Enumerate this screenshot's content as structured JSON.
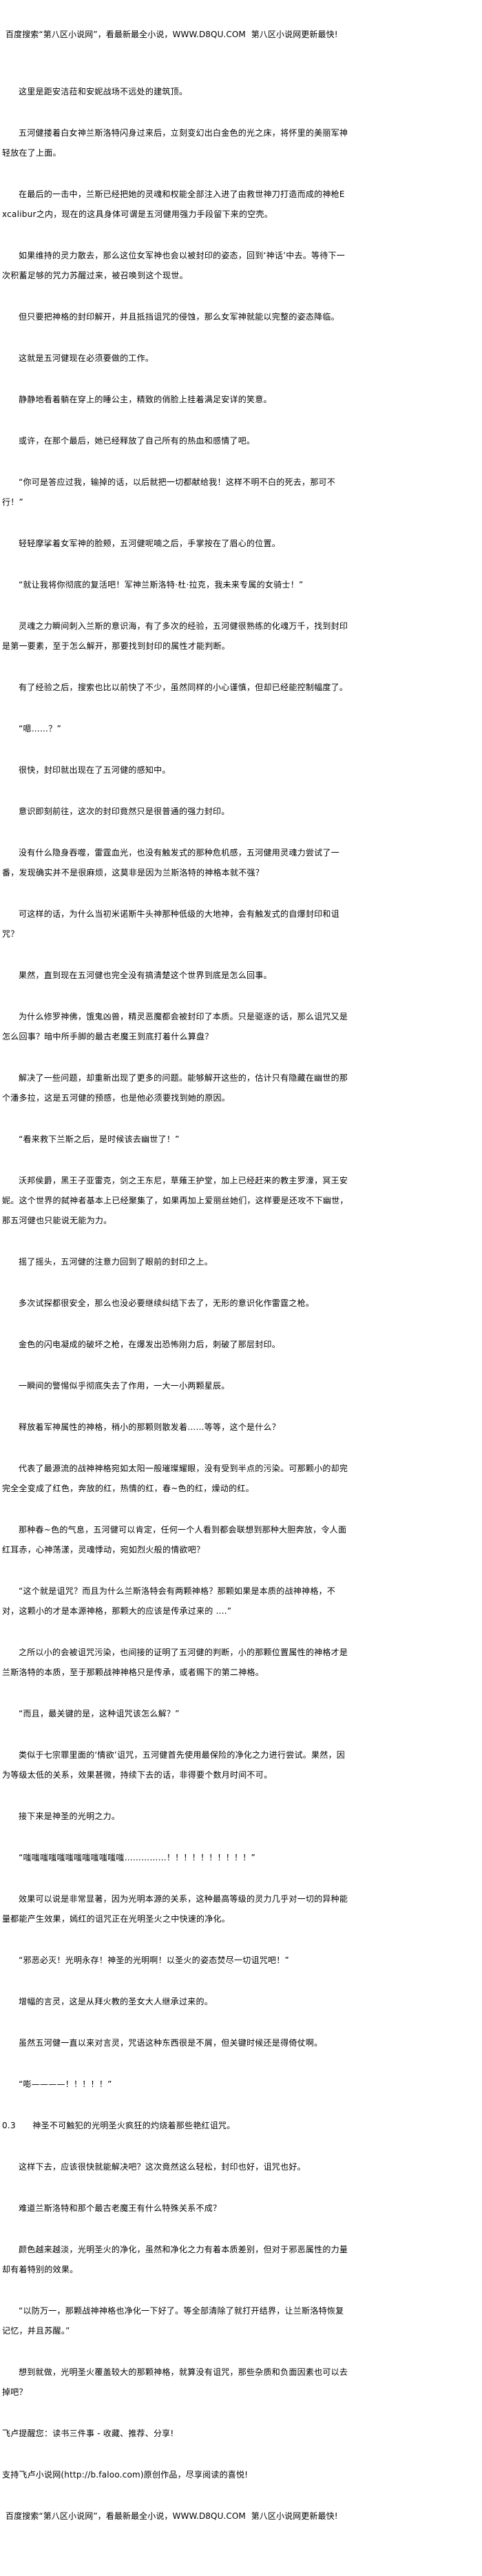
{
  "header_banner": "百度搜索“第八区小说网”，看最新最全小说，WWW.D8QU.COM  第八区小说网更新最快!",
  "paragraphs": [
    "这里是距安洁菈和安妮战场不远处的建筑顶。",
    "五河健搂着白女神兰斯洛特闪身过来后，立刻变幻出白金色的光之床，将怀里的美丽军神轻放在了上面。",
    "在最后的一击中，兰斯已经把她的灵魂和权能全部注入进了由救世神刀打造而成的神枪Excalibur之内，现在的这具身体可谓是五河健用强力手段留下来的空壳。",
    "如果维持的灵力散去，那么这位女军神也会以被封印的姿态，回到‘神话’中去。等待下一次积蓄足够的咒力苏醒过来，被召唤到这个现世。",
    "但只要把神格的封印解开，并且抵挡诅咒的侵蚀，那么女军神就能以完整的姿态降临。",
    "这就是五河健现在必须要做的工作。",
    "静静地看着躺在穿上的睡公主，精致的俏脸上挂着满足安详的笑意。",
    "或许，在那个最后，她已经释放了自己所有的热血和感情了吧。",
    "“你可是答应过我，输掉的话，以后就把一切都献给我！这样不明不白的死去，那可不行！”",
    "轻轻摩挲着女军神的脸颊，五河健呢喃之后，手掌按在了眉心的位置。",
    "“就让我将你彻底的复活吧！军神兰斯洛特·杜·拉克，我未来专属的女骑士！”",
    "灵魂之力瞬间刺入兰斯的意识海，有了多次的经验，五河健很熟练的化魂万千，找到封印是第一要素，至于怎么解开，那要找到封印的属性才能判断。",
    "有了经验之后，搜索也比以前快了不少，虽然同样的小心谨慎，但却已经能控制幅度了。",
    "“嗯……？”",
    "很快，封印就出现在了五河健的感知中。",
    "意识即刻前往，这次的封印竟然只是很普通的强力封印。",
    "没有什么隐身吞噬，雷霆血光，也没有触发式的那种危机感，五河健用灵魂力尝试了一番，发现确实并不是很麻烦，这莫非是因为兰斯洛特的神格本就不强？",
    "可这样的话，为什么当初米诺斯牛头神那种低级的大地神，会有触发式的自爆封印和诅咒？",
    "果然，直到现在五河健也完全没有搞清楚这个世界到底是怎么回事。",
    "为什么修罗神佛，饿鬼凶兽，精灵恶魔都会被封印了本质。只是驱逐的话，那么诅咒又是怎么回事？暗中所手脚的最古老魔王到底打着什么算盘？",
    "解决了一些问题，却重新出现了更多的问题。能够解开这些的，估计只有隐藏在幽世的那个潘多拉，这是五河健的预感，也是他必须要找到她的原因。",
    "“看来救下兰斯之后，是时候该去幽世了！”",
    "沃邦侯爵，黑王子亚雷克，剑之王东尼，草薙王护堂，加上已经赶来的教主罗濠，冥王安妮。这个世界的弑神者基本上已经聚集了，如果再加上爱丽丝她们，这样要是还攻不下幽世，那五河健也只能说无能为力。",
    "摇了摇头，五河健的注意力回到了眼前的封印之上。",
    "多次试探都很安全，那么也没必要继续纠结下去了，无形的意识化作雷霆之枪。",
    "金色的闪电凝成的破坏之枪，在爆发出恐怖刚力后，刺破了那层封印。",
    "一瞬间的警惕似乎彻底失去了作用，一大一小两颗星辰。",
    "释放着军神属性的神格，稍小的那颗则散发着……等等，这个是什么？",
    "代表了最源流的战神神格宛如太阳一般璀璨耀眼，没有受到半点的污染。可那颗小的却完完全全变成了红色，奔放的红，热情的红，春~色的红，燥动的红。",
    "那种春~色的气息，五河健可以肯定，任何一个人看到都会联想到那种大胆奔放，令人面红耳赤，心神荡漾，灵魂悸动，宛如烈火般的情欲吧？",
    "“这个就是诅咒？而且为什么兰斯洛特会有两颗神格？那颗如果是本质的战神神格，不对，这颗小的才是本源神格，那颗大的应该是传承过来的 ....”",
    "之所以小的会被诅咒污染，也间接的证明了五河健的判断，小的那颗位置属性的神格才是兰斯洛特的本质，至于那颗战神神格只是传承，或者赐下的第二神格。",
    "“而且，最关键的是，这种诅咒该怎么解？”",
    "类似于七宗罪里面的‘情欲’诅咒，五河健首先使用最保险的净化之力进行尝试。果然，因为等级太低的关系，效果甚微，持续下去的话，非得要个数月时间不可。",
    "接下来是神圣的光明之力。",
    "“嗤嗤嗤嗤嗤嗤嗤嗤嗤嗤嗤嗤……………！！！！！！！！！！”",
    "效果可以说是非常显著，因为光明本源的关系，这种最高等级的灵力几乎对一切的异种能量都能产生效果，嫣红的诅咒正在光明圣火之中快速的净化。",
    "“邪恶必灭！光明永存！神圣的光明啊！以圣火的姿态焚尽一切诅咒吧！”",
    "增幅的言灵，这是从拜火教的圣女大人继承过来的。",
    "虽然五河健一直以来对言灵，咒语这种东西很是不屑，但关键时候还是得倚仗啊。",
    "“嘭————！！！！！”",
    "0.3      神圣不可触犯的光明圣火疯狂的灼烧着那些艳红诅咒。",
    "这样下去，应该很快就能解决吧？这次竟然这么轻松，封印也好，诅咒也好。",
    "难道兰斯洛特和那个最古老魔王有什么特殊关系不成？",
    "颜色越来越淡，光明圣火的净化，虽然和净化之力有着本质差别，但对于邪恶属性的力量却有着特别的效果。",
    "“以防万一，那颗战神神格也净化一下好了。等全部清除了就打开结界，让兰斯洛特恢复记忆，并且苏醒。”",
    "想到就做，光明圣火覆盖较大的那颗神格，就算没有诅咒，那些杂质和负面因素也可以去掉吧？"
  ],
  "footer": {
    "reminder": "飞卢提醒您：读书三件事 - 收藏、推荐、分享!",
    "support": "支持飞卢小说网(http://b.faloo.com)原创作品，尽享阅读的喜悦!",
    "banner": "百度搜索“第八区小说网”，看最新最全小说，WWW.D8QU.COM  第八区小说网更新最快!"
  }
}
